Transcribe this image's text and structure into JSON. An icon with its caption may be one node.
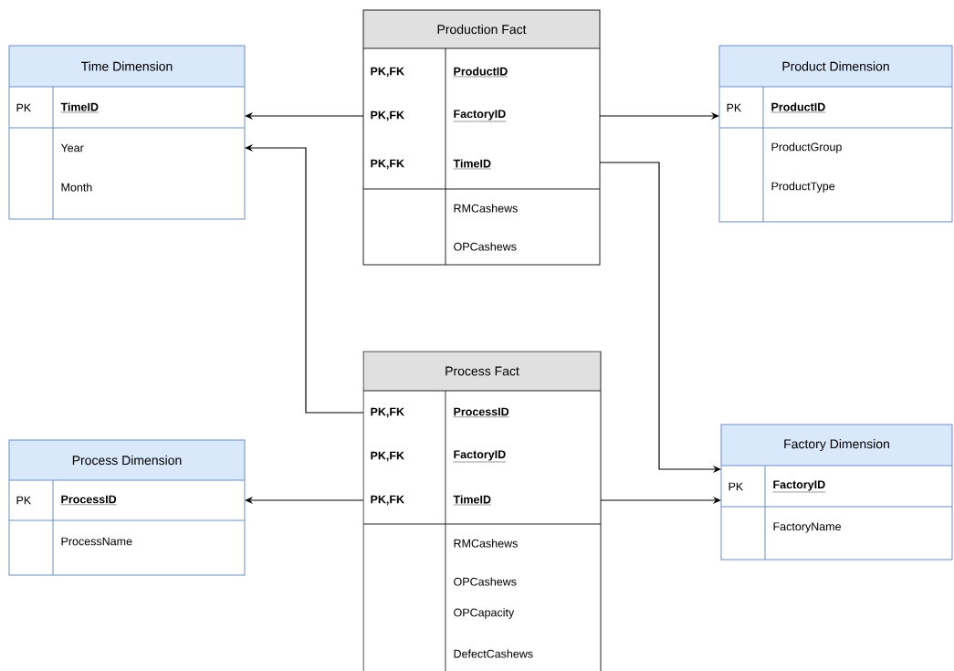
{
  "diagram": {
    "nodes": [
      {
        "text": [
          "Time Dimension",
          "PK",
          "TimeID",
          "Year",
          "Month"
        ]
      },
      {
        "text": [
          "Production Fact",
          "PK,FK",
          "ProductID",
          "PK,FK",
          "FactoryID",
          "PK,FK",
          "TimeID",
          "RMCashews",
          "OPCashews"
        ]
      },
      {
        "text": [
          "Product Dimension",
          "PK",
          "ProductID",
          "ProductGroup",
          "ProductType"
        ]
      },
      {
        "text": [
          "Process Dimension",
          "PK",
          "ProcessID",
          "ProcessName"
        ]
      },
      {
        "text": [
          "Process Fact",
          "PK,FK",
          "ProcessID",
          "PK,FK",
          "FactoryID",
          "PK,FK",
          "TimeID",
          "RMCashews",
          "OPCashews",
          "OPCapacity",
          "DefectCashews"
        ]
      },
      {
        "text": [
          "Factory Dimension",
          "PK",
          "FactoryID",
          "FactoryName"
        ]
      }
    ],
    "edges": [
      {
        "from": 1,
        "to": 0,
        "arrow": "to"
      },
      {
        "from": 1,
        "to": 2,
        "arrow": "to"
      },
      {
        "from": 1,
        "to": 5,
        "arrow": "to"
      },
      {
        "from": 4,
        "to": 0,
        "arrow": "to"
      },
      {
        "from": 4,
        "to": 3,
        "arrow": "to"
      },
      {
        "from": 4,
        "to": 5,
        "arrow": "to"
      }
    ]
  }
}
